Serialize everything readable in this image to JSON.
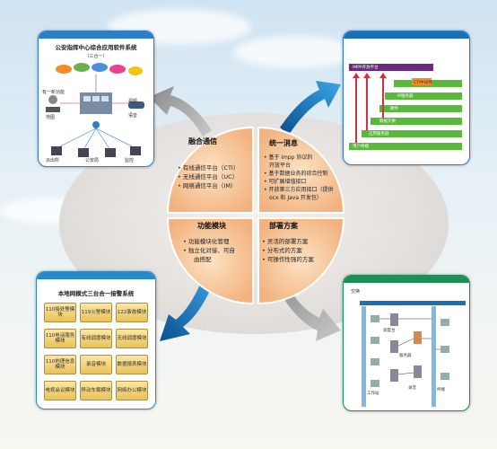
{
  "colors": {
    "accent": "#2c7fc6",
    "pie": "#f7c79b",
    "bar": "#5ab93a",
    "gold": "#e9c25a",
    "arrow_red": "#d03040"
  },
  "top_left": {
    "title": "公安指挥中心综合应用软件系统",
    "subtitle": "（三合一）",
    "node_labels": [
      "有一新功能",
      "地图",
      "视频",
      "语音",
      "派出所",
      "公安局",
      "监控"
    ]
  },
  "top_right": {
    "layers": [
      "IMPP开放平台",
      "CTI中间件",
      "IP服务器",
      "硬件",
      "数据交换",
      "应用服务器",
      "用户终端"
    ]
  },
  "bottom_left": {
    "title": "本地网模式三台合一接警系统",
    "cells": [
      "110接处警模块",
      "119火警模块",
      "122事故模块",
      "110电话服务模块",
      "有线调度模块",
      "无线调度模块",
      "110地理信息模块",
      "录音模块",
      "数据报表模块",
      "电视会议模块",
      "移动车载模块",
      "网络办公模块"
    ]
  },
  "bottom_right": {
    "header": "交换",
    "labels": [
      "调度台",
      "服务器",
      "工作站",
      "录音",
      "终端"
    ]
  },
  "quadrants": {
    "q1": {
      "title": "融合通信",
      "items": [
        "• 有线通信平台（CTI）",
        "• 无线通信平台（UC）",
        "• 网络通信平台（IM）"
      ]
    },
    "q2": {
      "title": "统一消息",
      "items": [
        "• 基于 impp 协议的",
        "开放平台",
        "• 基于数据业务的综合控制",
        "• 可扩展增值接口",
        "• 开放第三方应用接口（提供",
        "ocx 和 Java 开发包）"
      ]
    },
    "q3": {
      "title": "功能模块",
      "items": [
        "• 功能模块化管理",
        "• 独立化对接、可自",
        "由搭配"
      ]
    },
    "q4": {
      "title": "部署方案",
      "items": [
        "• 灵活的部署方案",
        "• 分布式的方案",
        "• 可操作性强的方案"
      ]
    }
  }
}
